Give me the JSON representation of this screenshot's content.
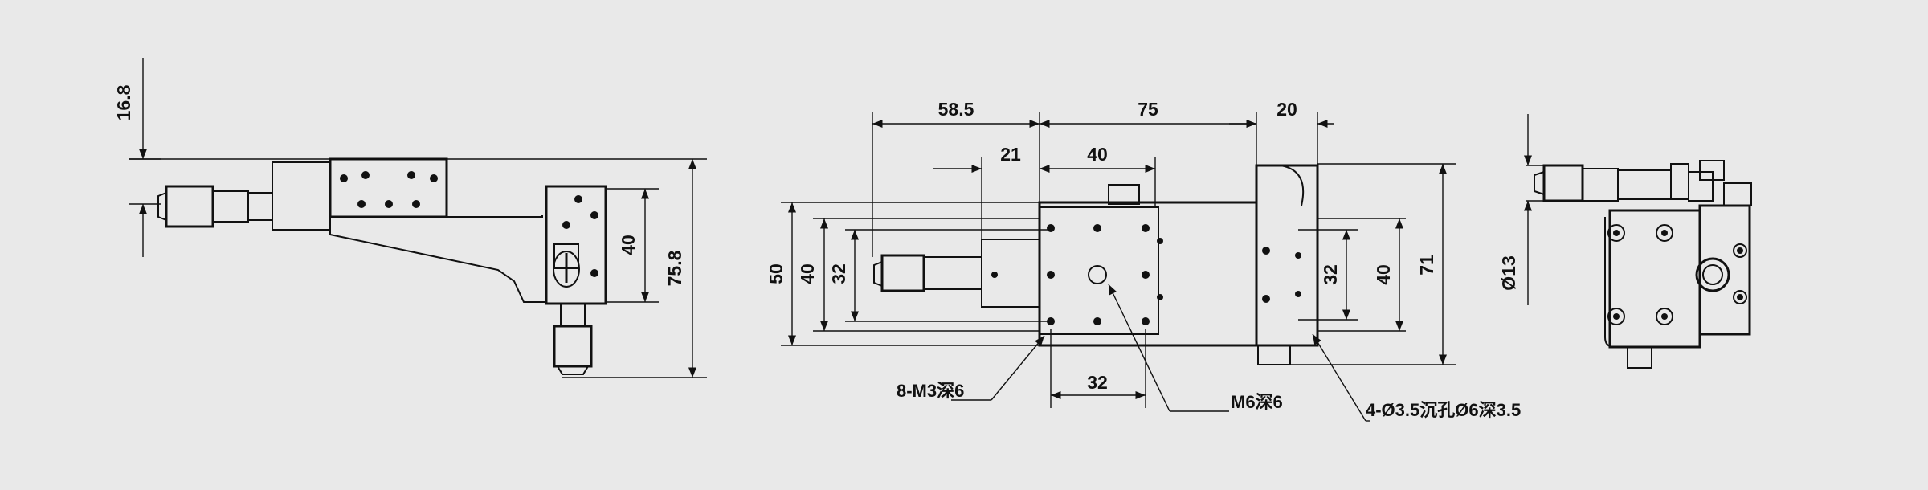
{
  "drawing": {
    "dimensions": {
      "side_height_top": "16.8",
      "side_height_40": "40",
      "side_height_total": "75.8",
      "top_left_offset": "58.5",
      "top_width_75": "75",
      "top_right_20": "20",
      "top_21": "21",
      "top_40_horizontal": "40",
      "top_height_50": "50",
      "top_height_40": "40",
      "top_height_32": "32",
      "bottom_32": "32",
      "right_32": "32",
      "right_40": "40",
      "right_71": "71",
      "end_diameter": "Ø13"
    },
    "annotations": {
      "m3_holes": "8-M3深6",
      "m6_hole": "M6深6",
      "counterbore": "4-Ø3.5沉孔Ø6深3.5"
    },
    "colors": {
      "background": "#e9e9e9",
      "line": "#111111"
    }
  }
}
